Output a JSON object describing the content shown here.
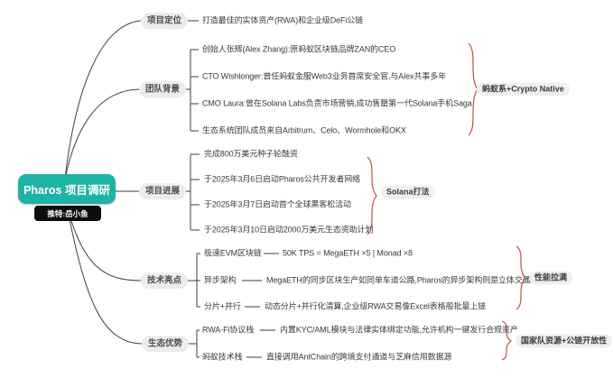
{
  "root": {
    "title": "Pharos 项目调研",
    "subtitle": "推特:岳小鱼"
  },
  "branches": [
    {
      "label": "项目定位",
      "children": [
        {
          "text": "打造最佳的实体资产(RWA)和企业级DeFi公链"
        }
      ]
    },
    {
      "label": "团队背景",
      "children": [
        {
          "text": "创始人张辉(Alex Zhang):原蚂蚁区块链品牌ZAN的CEO"
        },
        {
          "text": "CTO Wishlonger:曾任蚂蚁金服Web3业务首席安全官,与Alex共事多年"
        },
        {
          "text": "CMO Laura:曾在Solana Labs负责市场营销,成功售罄第一代Solana手机Saga"
        },
        {
          "text": "生态系统团队成员来自Arbitrum、Celo、Wormhole和OKX"
        }
      ]
    },
    {
      "label": "项目进展",
      "children": [
        {
          "text": "完成800万美元种子轮融资"
        },
        {
          "text": "于2025年3月6日启动Pharos公共开发者网络"
        },
        {
          "text": "于2025年3月7日启动首个全球黑客松活动"
        },
        {
          "text": "于2025年3月10日启动2000万美元生态资助计划"
        }
      ]
    },
    {
      "label": "技术亮点",
      "children": [
        {
          "label": "极速EVM区块链",
          "desc": "50K TPS = MegaETH ×5 | Monad ×8"
        },
        {
          "label": "异步架构",
          "desc": "MegaETH的同步区块生产如同单车道公路,Pharos的异步架构则是立体交通网"
        },
        {
          "label": "分片+并行",
          "desc": "动态分片+并行化清算,企业级RWA交易像Excel表格般批量上链"
        }
      ]
    },
    {
      "label": "生态优势",
      "children": [
        {
          "label": "RWA-Fi协议栈",
          "desc": "内置KYC/AML模块与法律实体绑定功能,允许机构一键发行合规资产"
        },
        {
          "label": "蚂蚁技术栈",
          "desc": "直接调用AntChain的跨境支付通道与芝麻信用数据源"
        }
      ]
    }
  ],
  "annotations": [
    {
      "text": "蚂蚁系+Crypto Native"
    },
    {
      "text": "Solana打法"
    },
    {
      "text": "性能拉满"
    },
    {
      "text": "国家队资源+公链开放性"
    }
  ],
  "colors": {
    "root_bg": "#1fb2a6",
    "subtitle_bg": "#0d0d0d",
    "label_bg": "#ececec",
    "line": "#3f3f3f",
    "brace": "#c0504d"
  }
}
